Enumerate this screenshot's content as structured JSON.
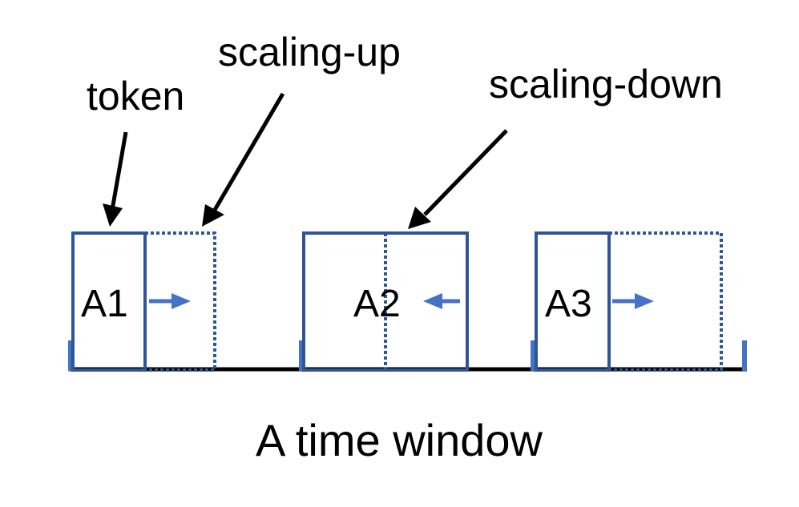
{
  "annotations": {
    "token": "token",
    "scaling_up": "scaling-up",
    "scaling_down": "scaling-down"
  },
  "tokens": {
    "a1": "A1",
    "a2": "A2",
    "a3": "A3"
  },
  "caption": "A time window",
  "colors": {
    "box": "#2f5597",
    "arrow": "#4472c4",
    "tick": "#4472c4",
    "axis": "#000000",
    "text": "#000000"
  }
}
